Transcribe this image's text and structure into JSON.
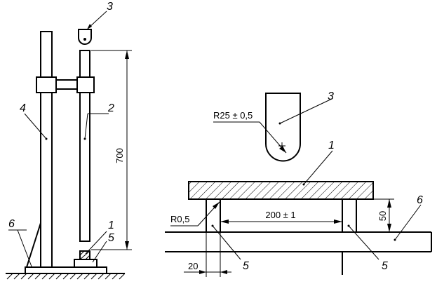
{
  "left_view": {
    "labels": {
      "p1": "1",
      "p2": "2",
      "p3": "3",
      "p4": "4",
      "p5": "5",
      "p6": "6"
    },
    "height_dimension": "700"
  },
  "right_view": {
    "labels": {
      "p1": "1",
      "p3": "3",
      "p5a": "5",
      "p5b": "5",
      "p6": "6"
    },
    "radius_striker": "R25 ± 0,5",
    "radius_support": "R0,5",
    "span": "200 ± 1",
    "support_height": "50",
    "support_width": "20"
  }
}
